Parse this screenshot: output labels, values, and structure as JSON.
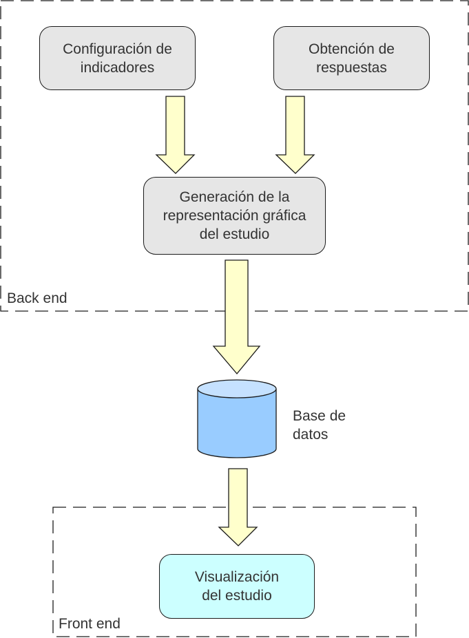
{
  "zones": {
    "backend": {
      "label": "Back end"
    },
    "frontend": {
      "label": "Front end"
    }
  },
  "nodes": {
    "config": {
      "line1": "Configuración de",
      "line2": "indicadores"
    },
    "obtencion": {
      "line1": "Obtención de",
      "line2": "respuestas"
    },
    "generacion": {
      "line1": "Generación de la",
      "line2": "representación gráfica",
      "line3": "del estudio"
    },
    "database": {
      "line1": "Base de",
      "line2": "datos"
    },
    "visualizacion": {
      "line1": "Visualización",
      "line2": "del estudio"
    }
  },
  "colors": {
    "box_fill": "#e6e6e6",
    "front_box_fill": "#ccffff",
    "arrow_fill": "#ffffcc",
    "db_fill": "#99ccff",
    "db_top": "#c5e1ff",
    "text": "#333333"
  }
}
